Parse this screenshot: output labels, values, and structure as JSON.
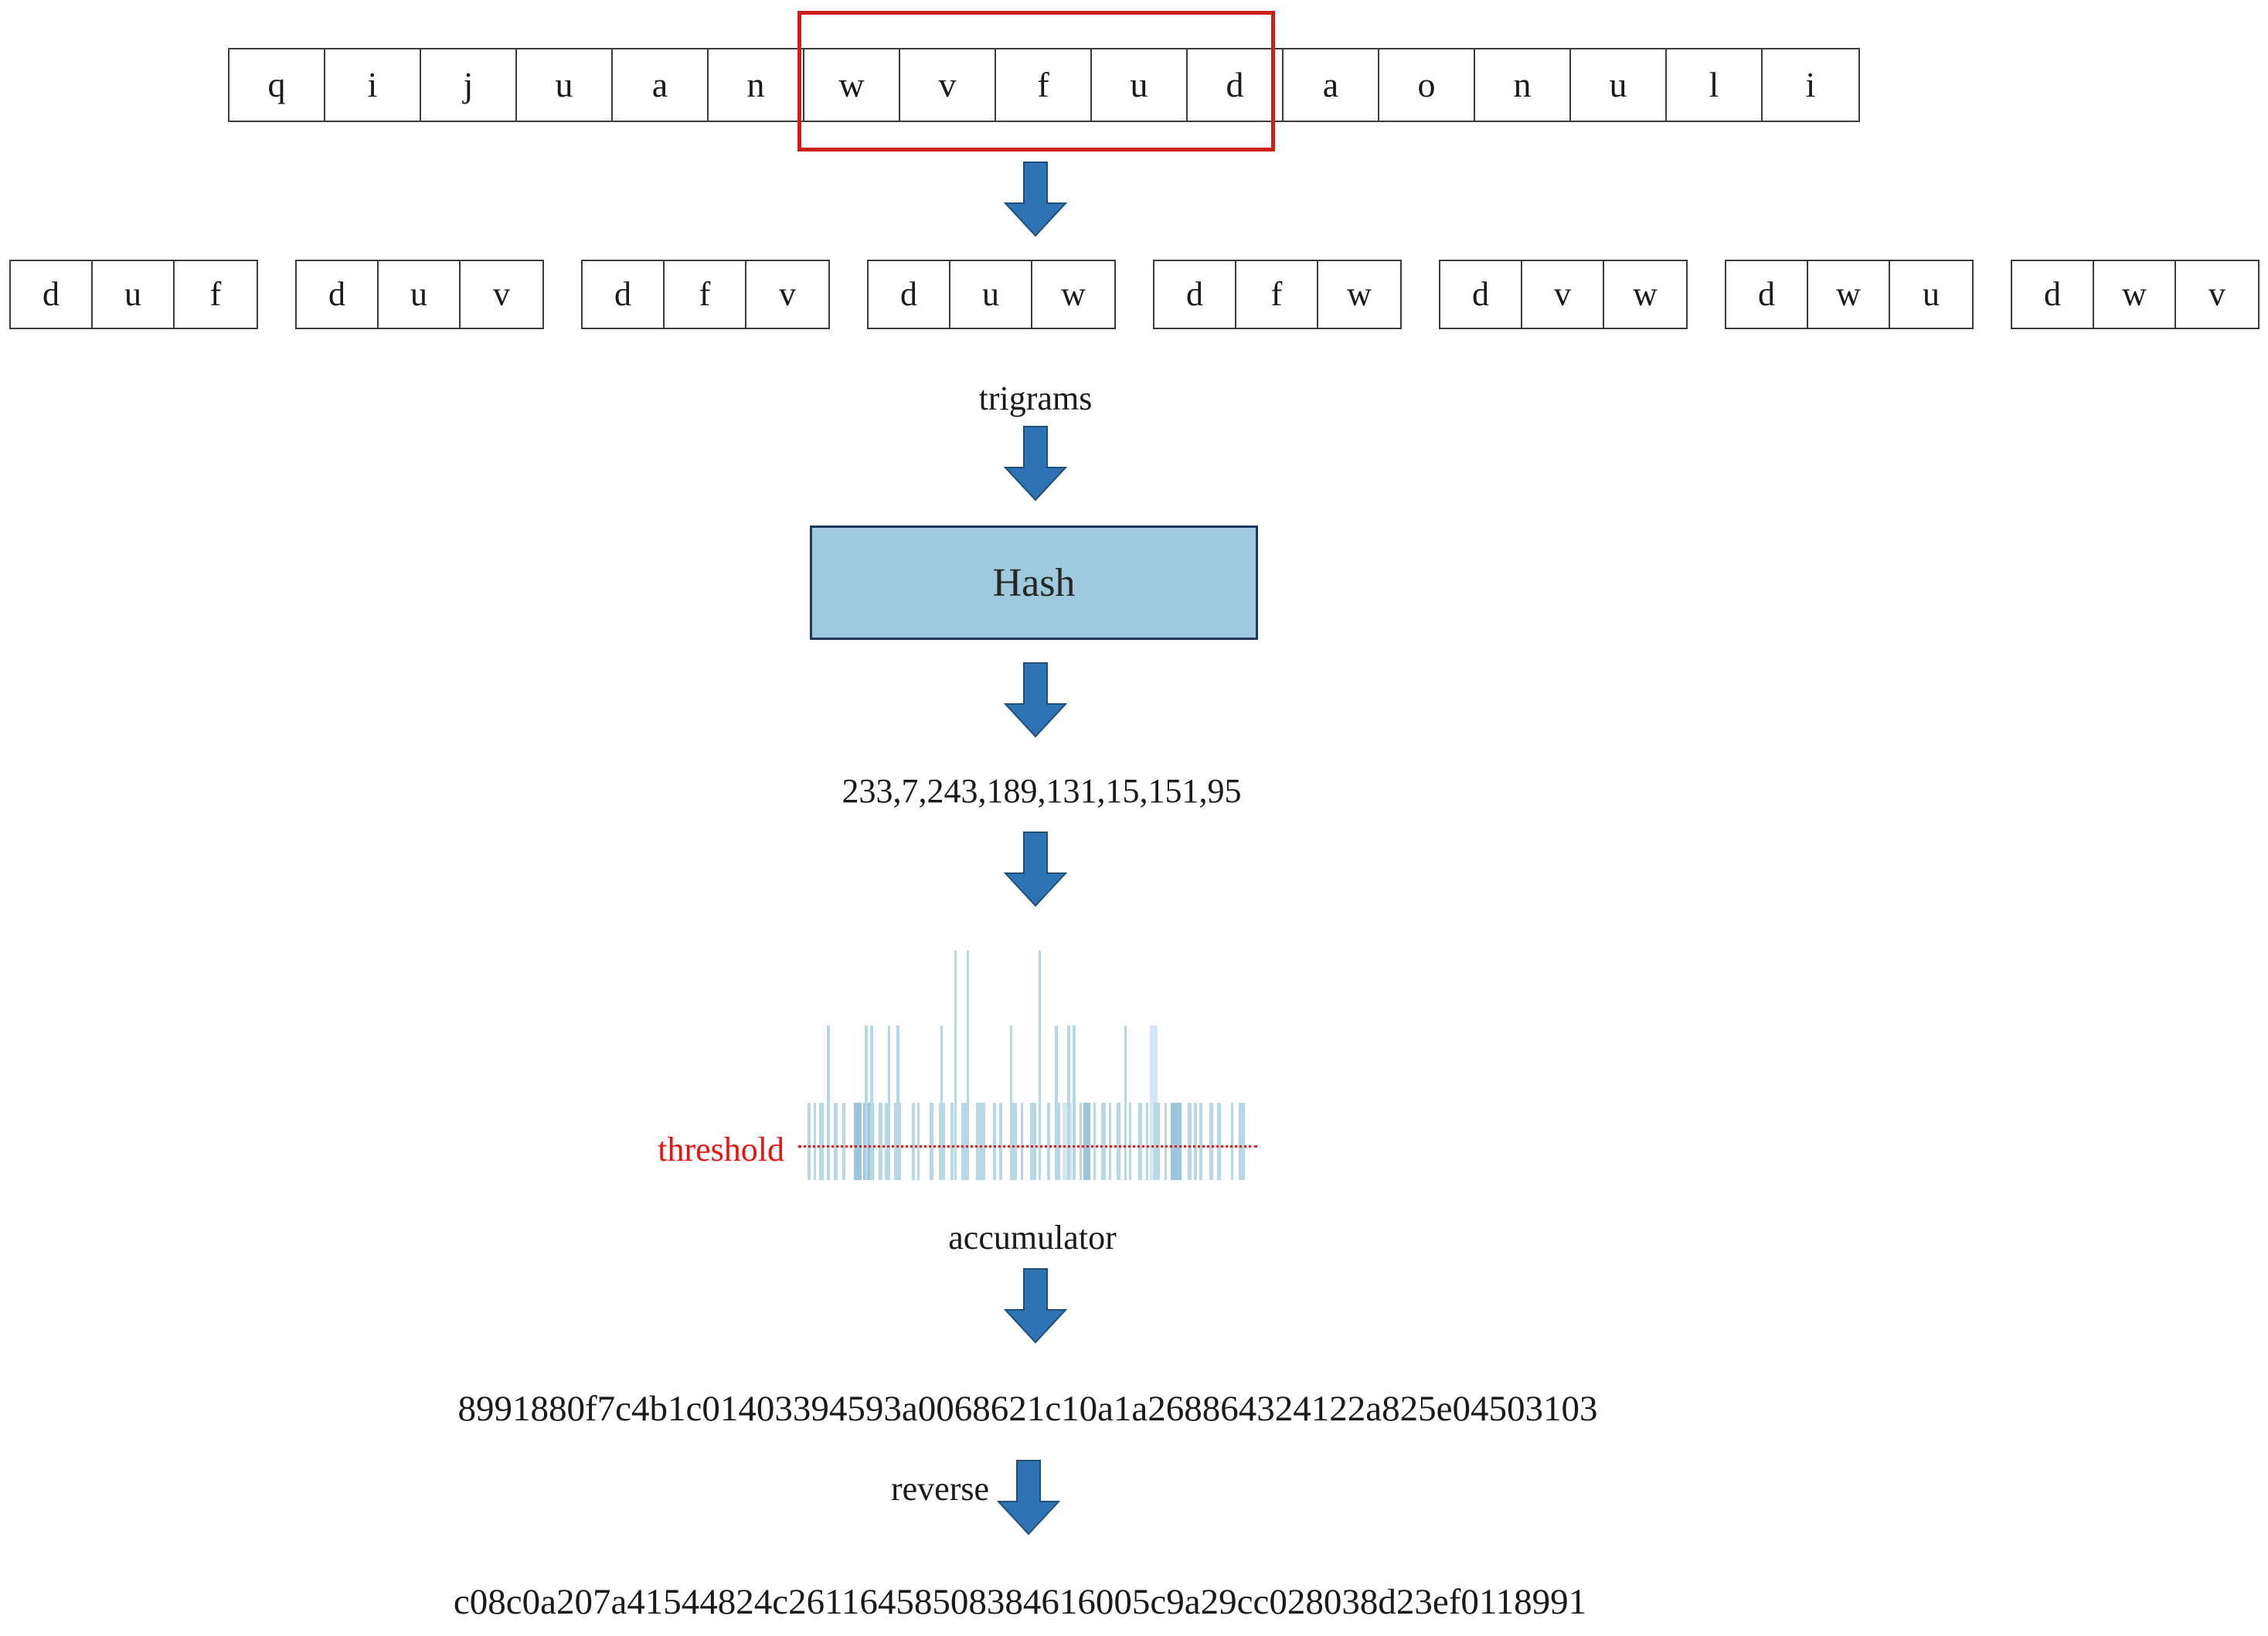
{
  "sequence": {
    "letters": [
      "q",
      "i",
      "j",
      "u",
      "a",
      "n",
      "w",
      "v",
      "f",
      "u",
      "d",
      "a",
      "o",
      "n",
      "u",
      "l",
      "i"
    ],
    "highlight_letters": [
      "w",
      "v",
      "f",
      "u",
      "d"
    ]
  },
  "trigrams": {
    "label": "trigrams",
    "groups": [
      [
        "d",
        "u",
        "f"
      ],
      [
        "d",
        "u",
        "v"
      ],
      [
        "d",
        "f",
        "v"
      ],
      [
        "d",
        "u",
        "w"
      ],
      [
        "d",
        "f",
        "w"
      ],
      [
        "d",
        "v",
        "w"
      ],
      [
        "d",
        "w",
        "u"
      ],
      [
        "d",
        "w",
        "v"
      ]
    ]
  },
  "hash": {
    "label": "Hash"
  },
  "hash_values": "233,7,243,189,131,15,151,95",
  "accumulator": {
    "label": "accumulator",
    "threshold_label": "threshold",
    "bar_heights": {
      "short": 100,
      "medium": 200,
      "tall": 297
    },
    "bars": [
      [
        0,
        4,
        1
      ],
      [
        8,
        3,
        1
      ],
      [
        15,
        6,
        1
      ],
      [
        25,
        4,
        2
      ],
      [
        34,
        5,
        1
      ],
      [
        45,
        4,
        1
      ],
      [
        60,
        10,
        1,
        "d"
      ],
      [
        72,
        14,
        1,
        "d"
      ],
      [
        74,
        4,
        2
      ],
      [
        81,
        4,
        2
      ],
      [
        92,
        5,
        1
      ],
      [
        100,
        4,
        1
      ],
      [
        104,
        3,
        2
      ],
      [
        112,
        9,
        1
      ],
      [
        115,
        4,
        2
      ],
      [
        135,
        4,
        1
      ],
      [
        142,
        3,
        1
      ],
      [
        158,
        5,
        1
      ],
      [
        170,
        8,
        1
      ],
      [
        172,
        3,
        2
      ],
      [
        185,
        4,
        1
      ],
      [
        190,
        3,
        3
      ],
      [
        199,
        8,
        1
      ],
      [
        206,
        3,
        3
      ],
      [
        218,
        12,
        1
      ],
      [
        240,
        4,
        1
      ],
      [
        248,
        4,
        1
      ],
      [
        262,
        3,
        2
      ],
      [
        265,
        6,
        1
      ],
      [
        276,
        3,
        1
      ],
      [
        288,
        8,
        1
      ],
      [
        299,
        3,
        3
      ],
      [
        310,
        4,
        1
      ],
      [
        320,
        4,
        2
      ],
      [
        322,
        5,
        1
      ],
      [
        330,
        12,
        1,
        "l"
      ],
      [
        336,
        4,
        2
      ],
      [
        343,
        4,
        2
      ],
      [
        352,
        3,
        1
      ],
      [
        357,
        9,
        1,
        "d"
      ],
      [
        370,
        3,
        1
      ],
      [
        380,
        6,
        1
      ],
      [
        390,
        3,
        1
      ],
      [
        400,
        5,
        1
      ],
      [
        410,
        3,
        2
      ],
      [
        416,
        3,
        1
      ],
      [
        428,
        5,
        1
      ],
      [
        438,
        3,
        1
      ],
      [
        443,
        10,
        2,
        "l"
      ],
      [
        448,
        8,
        1
      ],
      [
        462,
        3,
        1
      ],
      [
        470,
        14,
        1,
        "d"
      ],
      [
        492,
        5,
        1
      ],
      [
        500,
        4,
        1
      ],
      [
        507,
        4,
        1
      ],
      [
        520,
        5,
        1
      ],
      [
        530,
        5,
        1
      ],
      [
        548,
        3,
        1
      ],
      [
        558,
        8,
        1
      ]
    ]
  },
  "fingerprint": "8991880f7c4b1c01403394593a0068621c10a1a268864324122a825e04503103",
  "reverse_label": "reverse",
  "reversed_fingerprint": "c08c0a207a41544824c26116458508384616005c9a29cc028038d23ef0118991",
  "colors": {
    "arrow": "#2E74B5",
    "arrow_border": "#1F4E79",
    "hash_fill": "#9FC9DC",
    "hash_border": "#1F3A5F",
    "bar": "#B7D9E6",
    "bar_dark": "#9CC6DA",
    "bar_light": "#D3E7F0",
    "red": "#CC201C",
    "threshold_red": "#EE1111",
    "text": "#1A1A1A"
  }
}
